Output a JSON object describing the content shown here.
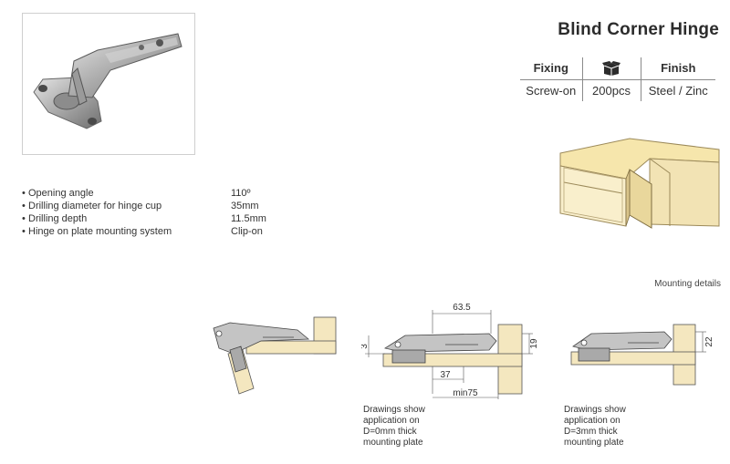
{
  "product": {
    "title": "Blind Corner Hinge"
  },
  "spec_table": {
    "headers": {
      "fixing": "Fixing",
      "qty_icon": "box-icon",
      "finish": "Finish"
    },
    "values": {
      "fixing": "Screw-on",
      "qty": "200pcs",
      "finish": "Steel / Zinc"
    }
  },
  "features": [
    {
      "label": "Opening angle",
      "value": "110º"
    },
    {
      "label": "Drilling diameter for hinge cup",
      "value": "35mm"
    },
    {
      "label": "Drilling depth",
      "value": "11.5mm"
    },
    {
      "label": "Hinge on plate mounting system",
      "value": "Clip-on"
    }
  ],
  "mounting": {
    "caption": "Mounting details",
    "drawing_2": {
      "dim_top": "63.5",
      "dim_left": "3",
      "dim_right": "19",
      "dim_bottom_a": "37",
      "dim_bottom_b": "min75"
    },
    "drawing_3": {
      "dim_right": "22"
    },
    "note_1": [
      "Drawings show",
      "application on",
      "D=0mm thick",
      "mounting plate"
    ],
    "note_2": [
      "Drawings show",
      "application on",
      "D=3mm thick",
      "mounting plate"
    ]
  },
  "colors": {
    "wood": "#f4e7bf",
    "wood_edge": "#c9b88a",
    "metal": "#b9b9b9",
    "metal_dark": "#7d7d7d",
    "line": "#555555"
  }
}
